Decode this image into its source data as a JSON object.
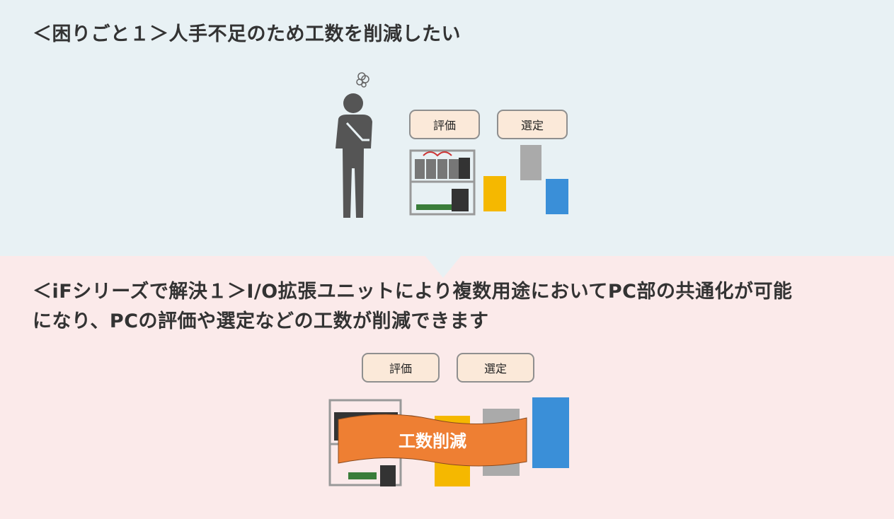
{
  "problem": {
    "title": "＜困りごと１＞人手不足のため工数を削減したい",
    "tags": [
      "評価",
      "選定"
    ]
  },
  "solution": {
    "title_line1": "＜iFシリーズで解決１＞I/O拡張ユニットにより複数用途においてPC部の共通化が可能",
    "title_line2": "になり、PCの評価や選定などの工数が削減できます",
    "tags": [
      "評価",
      "選定"
    ],
    "banner": "工数削減"
  },
  "colors": {
    "top_bg": "#e8f1f4",
    "bottom_bg": "#fbeaea",
    "banner": "#ee7f33",
    "tag_bg": "#fbe9d9"
  }
}
